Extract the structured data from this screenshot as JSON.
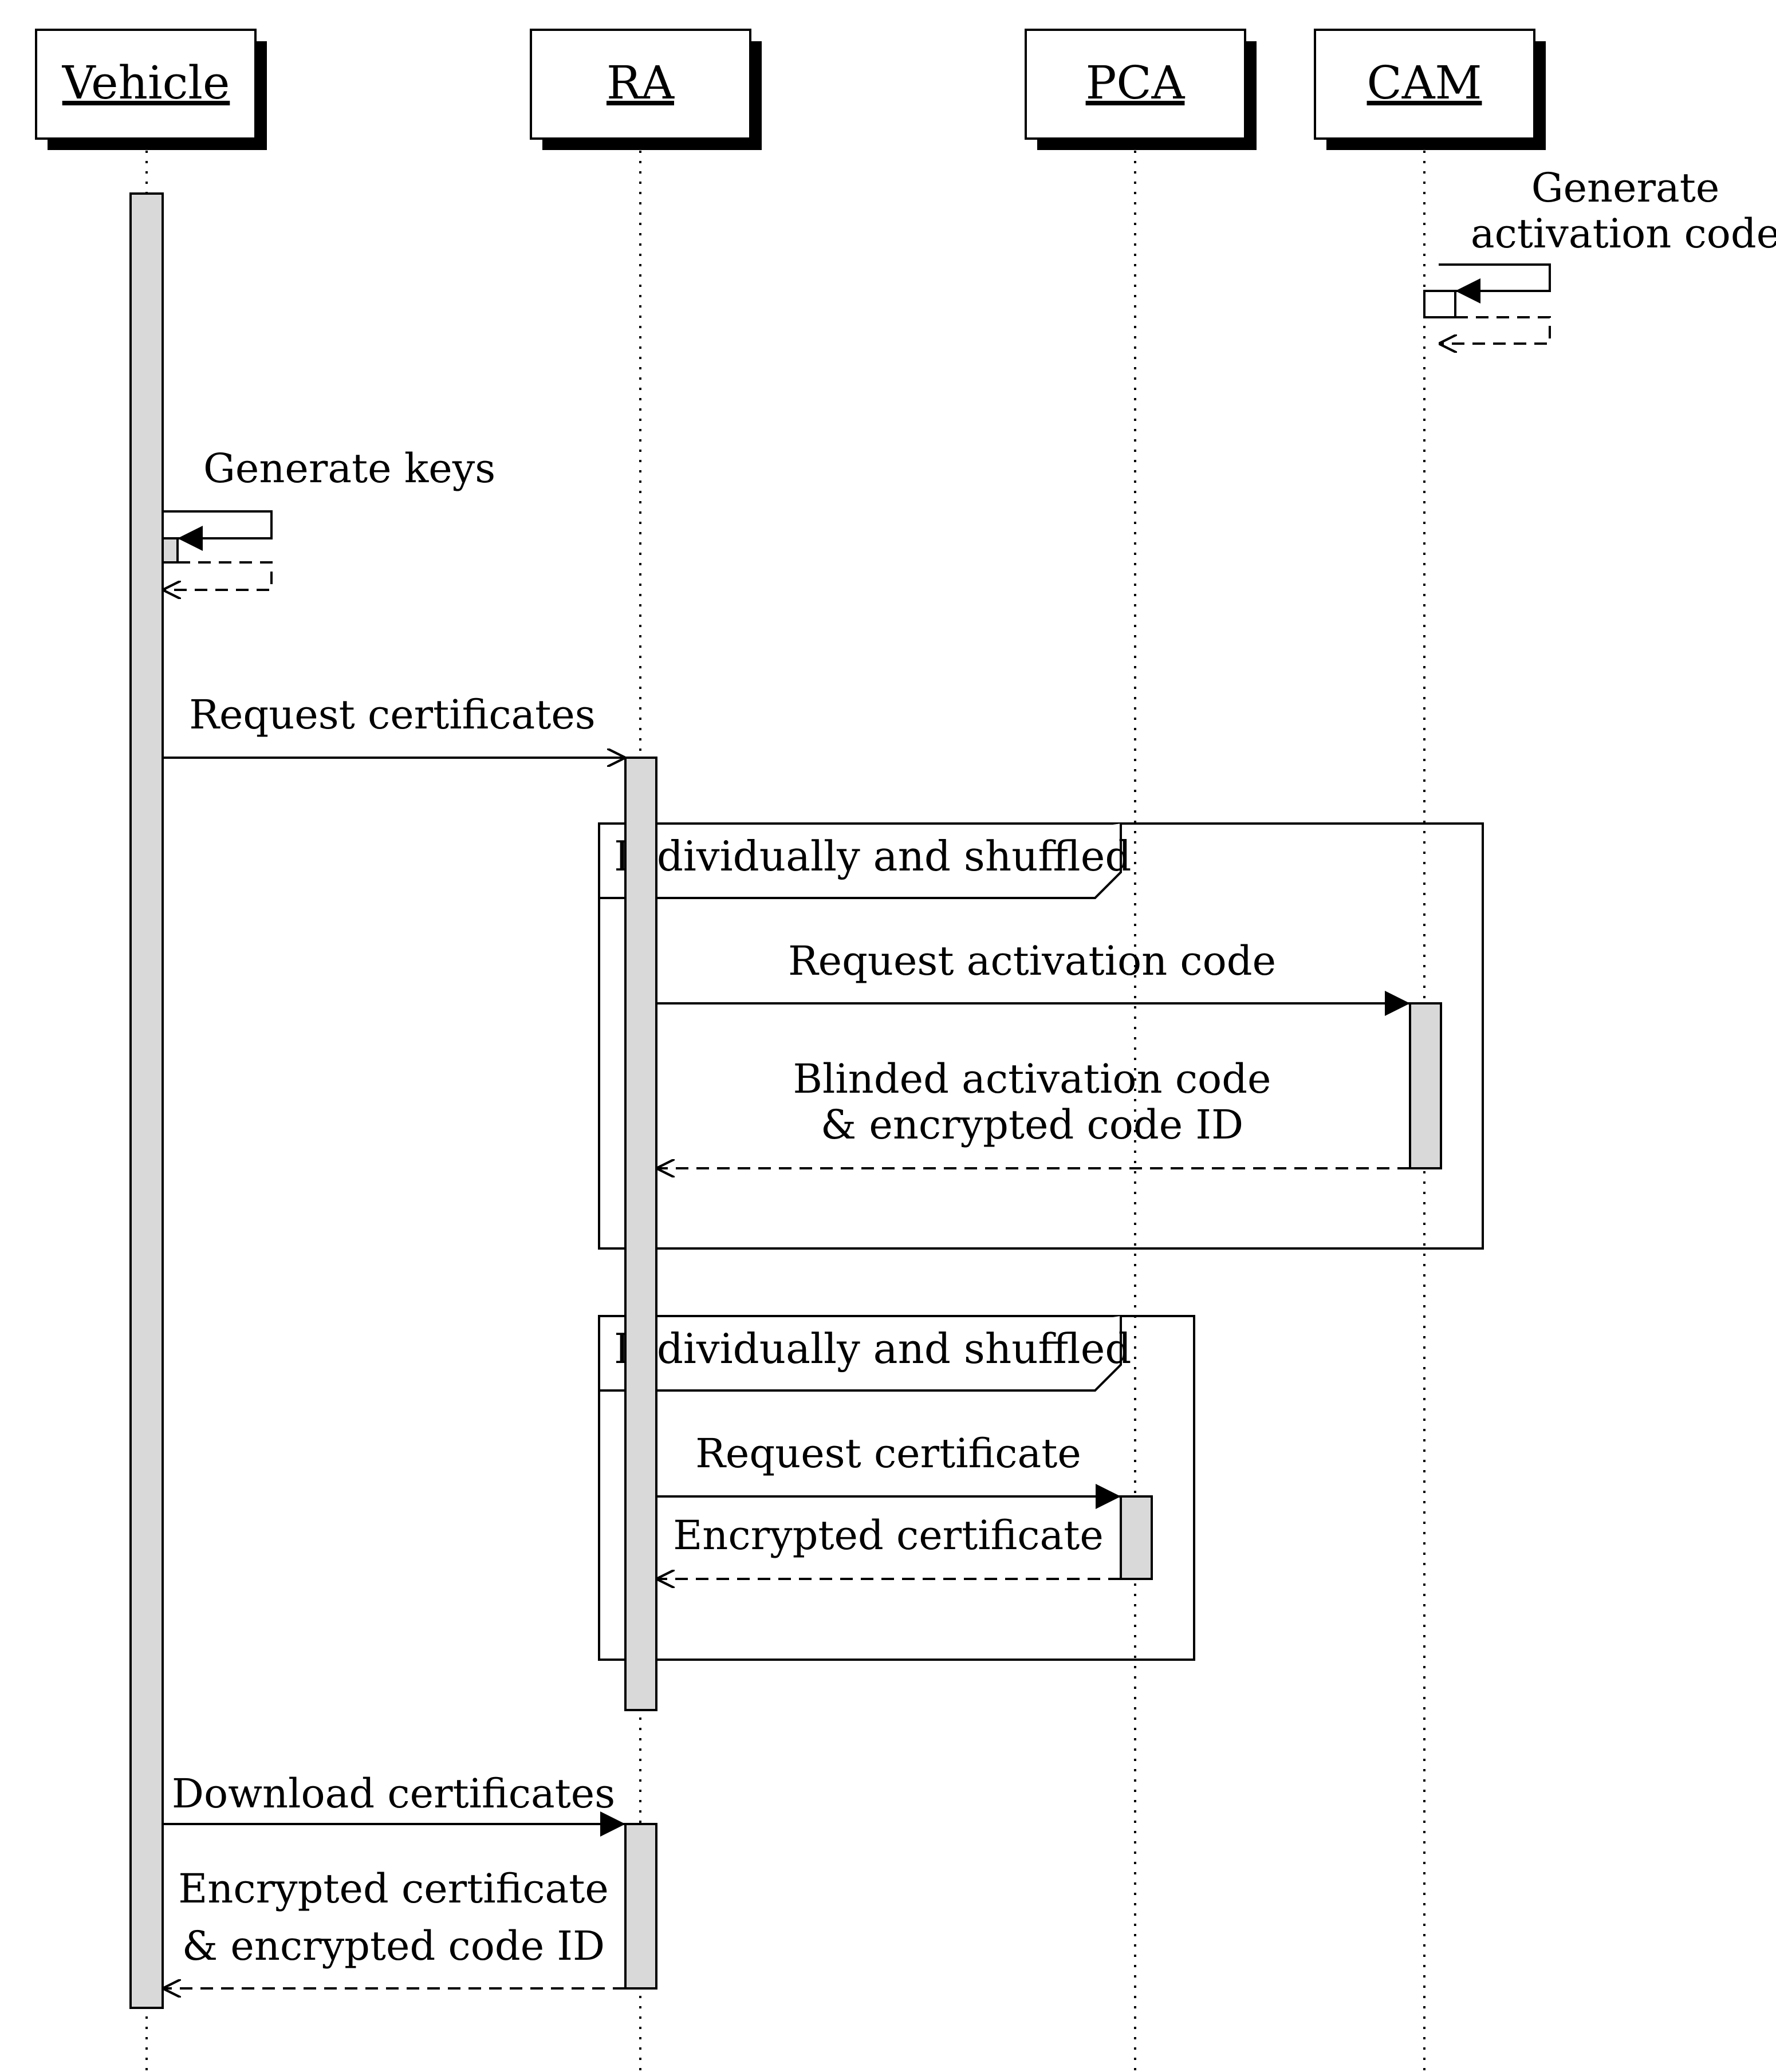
{
  "participants": [
    {
      "id": "vehicle",
      "label": "Vehicle"
    },
    {
      "id": "ra",
      "label": "RA"
    },
    {
      "id": "pca",
      "label": "PCA"
    },
    {
      "id": "cam",
      "label": "CAM"
    }
  ],
  "fragments": [
    {
      "id": "loop1",
      "label": "Individually and shuffled"
    },
    {
      "id": "loop2",
      "label": "Individually and shuffled"
    }
  ],
  "messages": {
    "cam_self_1": "Generate",
    "cam_self_2": "activation code",
    "vehicle_self": "Generate keys",
    "request_certificates": "Request certificates",
    "request_activation_code": "Request activation code",
    "blinded_reply_1": "Blinded activation code",
    "blinded_reply_2": "& encrypted code ID",
    "request_certificate": "Request certificate",
    "encrypted_certificate": "Encrypted certificate",
    "download_certificates": "Download certificates",
    "final_reply_1": "Encrypted certificate",
    "final_reply_2": "& encrypted code ID"
  }
}
